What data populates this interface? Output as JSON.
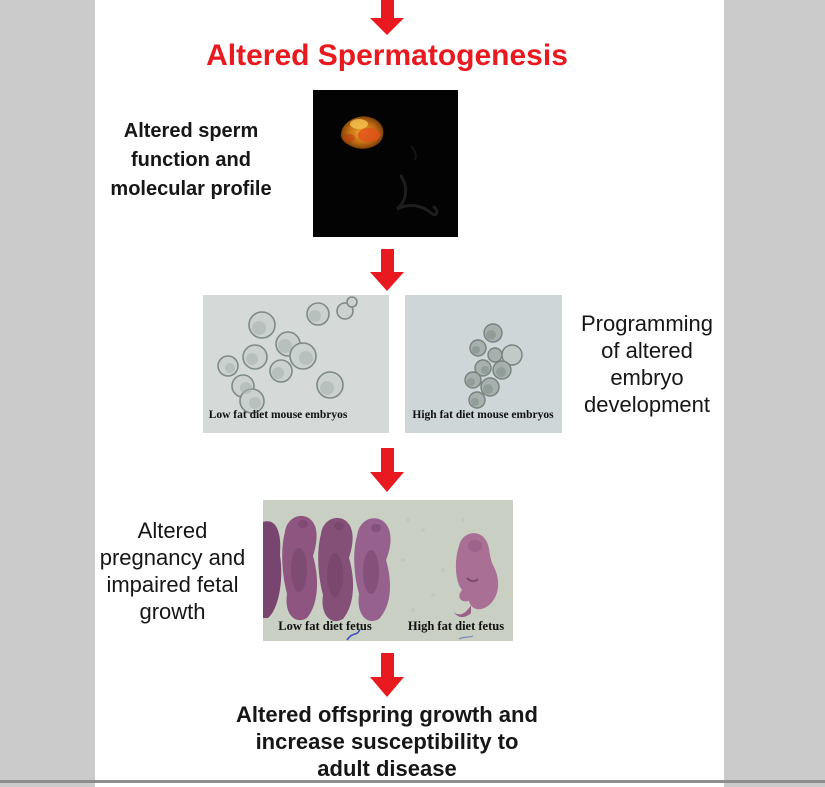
{
  "figure": {
    "title": "Altered Spermatogenesis",
    "captions": {
      "sperm": "Altered sperm\nfunction and\nmolecular profile",
      "embryo": "Programming\nof altered\nembryo\ndevelopment",
      "fetal": "Altered\npregnancy and\nimpaired fetal\ngrowth",
      "outcome": "Altered offspring growth and\nincrease susceptibility to\nadult disease"
    },
    "image_labels": {
      "embryo_low": "Low fat diet mouse embryos",
      "embryo_high": "High fat diet mouse embryos",
      "fetus_low": "Low fat diet fetus",
      "fetus_high": "High fat diet fetus"
    },
    "icons": {
      "flow_arrow": "red-down-arrow"
    },
    "colors": {
      "accent_red": "#e8191f",
      "margin_gray": "#cbcbcb",
      "bottom_rule_gray": "#8e8e8e",
      "text_black": "#161616",
      "sperm_panel_bg": "#030303",
      "embryo_panel_bg": "#d3dad9",
      "fetus_panel_bg": "#c9d0c3",
      "fetus_purple": "#8d557f"
    }
  }
}
